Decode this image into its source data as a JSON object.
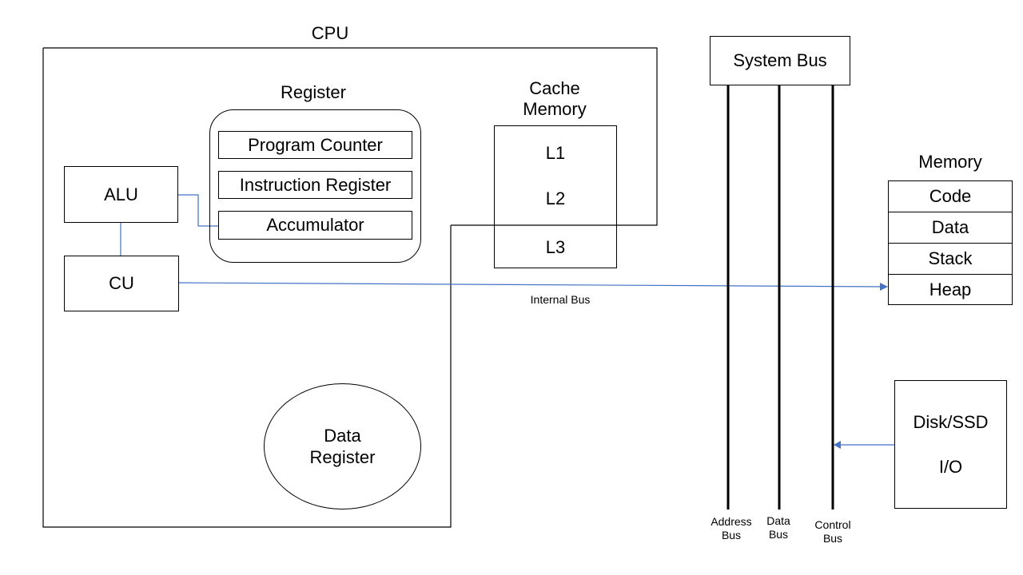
{
  "cpu": {
    "title": "CPU",
    "register_title": "Register",
    "registers": [
      "Program Counter",
      "Instruction Register",
      "Accumulator"
    ],
    "alu": "ALU",
    "cu": "CU",
    "data_register": [
      "Data",
      "Register"
    ]
  },
  "cache": {
    "title": [
      "Cache",
      "Memory"
    ],
    "levels": [
      "L1",
      "L2",
      "L3"
    ]
  },
  "internal_bus": "Internal Bus",
  "system_bus": {
    "title": "System Bus",
    "lines": [
      [
        "Address",
        "Bus"
      ],
      [
        "Data",
        "Bus"
      ],
      [
        "Control",
        "Bus"
      ]
    ]
  },
  "memory": {
    "title": "Memory",
    "segments": [
      "Code",
      "Data",
      "Stack",
      "Heap"
    ]
  },
  "device": {
    "lines": [
      "Disk/SSD",
      "I/O"
    ]
  },
  "colors": {
    "outline": "#000000",
    "connector": "#4472C4"
  }
}
